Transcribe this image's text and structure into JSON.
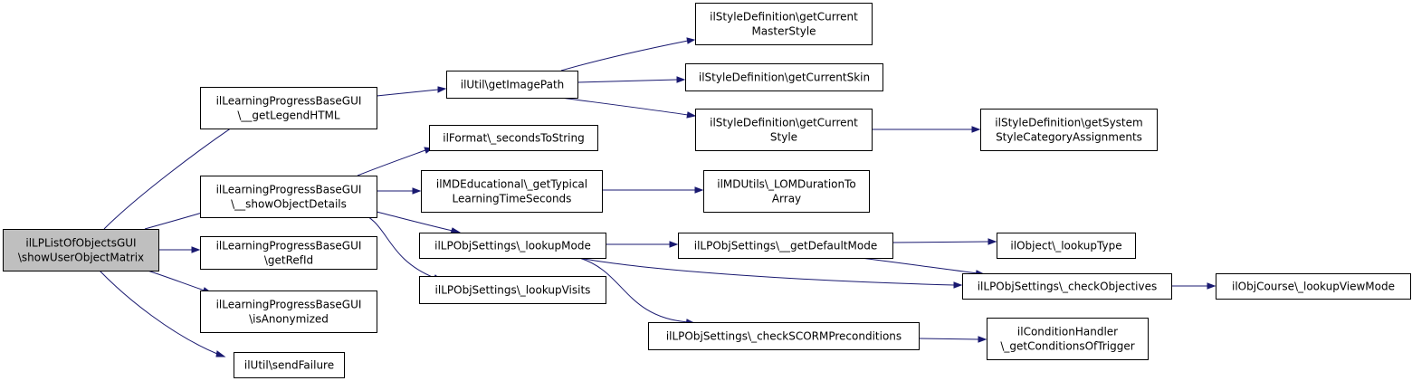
{
  "diagram": {
    "colors": {
      "edge": "#191970",
      "node_border": "#000000",
      "root_fill": "#bfbfbf",
      "node_fill": "#ffffff"
    },
    "nodes": [
      {
        "id": "n0",
        "lines": [
          "ilLPListOfObjectsGUI",
          "\\showUserObjectMatrix"
        ],
        "root": true
      },
      {
        "id": "n1",
        "lines": [
          "ilLearningProgressBaseGUI",
          "\\__getLegendHTML"
        ]
      },
      {
        "id": "n2",
        "lines": [
          "ilLearningProgressBaseGUI",
          "\\__showObjectDetails"
        ]
      },
      {
        "id": "n3",
        "lines": [
          "ilLearningProgressBaseGUI",
          "\\getRefId"
        ]
      },
      {
        "id": "n4",
        "lines": [
          "ilLearningProgressBaseGUI",
          "\\isAnonymized"
        ]
      },
      {
        "id": "n5",
        "lines": [
          "ilUtil\\sendFailure"
        ]
      },
      {
        "id": "n6",
        "lines": [
          "ilUtil\\getImagePath"
        ]
      },
      {
        "id": "n7",
        "lines": [
          "ilStyleDefinition\\getCurrent",
          "MasterStyle"
        ]
      },
      {
        "id": "n8",
        "lines": [
          "ilStyleDefinition\\getCurrentSkin"
        ]
      },
      {
        "id": "n9",
        "lines": [
          "ilStyleDefinition\\getCurrent",
          "Style"
        ]
      },
      {
        "id": "n10",
        "lines": [
          "ilStyleDefinition\\getSystem",
          "StyleCategoryAssignments"
        ]
      },
      {
        "id": "n11",
        "lines": [
          "ilFormat\\_secondsToString"
        ]
      },
      {
        "id": "n12",
        "lines": [
          "ilMDEducational\\_getTypical",
          "LearningTimeSeconds"
        ]
      },
      {
        "id": "n13",
        "lines": [
          "ilMDUtils\\_LOMDurationTo",
          "Array"
        ]
      },
      {
        "id": "n14",
        "lines": [
          "ilLPObjSettings\\_lookupMode"
        ]
      },
      {
        "id": "n15",
        "lines": [
          "ilLPObjSettings\\_lookupVisits"
        ]
      },
      {
        "id": "n16",
        "lines": [
          "ilLPObjSettings\\__getDefaultMode"
        ]
      },
      {
        "id": "n17",
        "lines": [
          "ilObject\\_lookupType"
        ]
      },
      {
        "id": "n18",
        "lines": [
          "ilLPObjSettings\\_checkObjectives"
        ]
      },
      {
        "id": "n19",
        "lines": [
          "ilObjCourse\\_lookupViewMode"
        ]
      },
      {
        "id": "n20",
        "lines": [
          "ilLPObjSettings\\_checkSCORMPreconditions"
        ]
      },
      {
        "id": "n21",
        "lines": [
          "ilConditionHandler",
          "\\_getConditionsOfTrigger"
        ]
      }
    ],
    "edges": [
      {
        "from": "n0",
        "to": "n1"
      },
      {
        "from": "n0",
        "to": "n2"
      },
      {
        "from": "n0",
        "to": "n3"
      },
      {
        "from": "n0",
        "to": "n4"
      },
      {
        "from": "n0",
        "to": "n5"
      },
      {
        "from": "n1",
        "to": "n6"
      },
      {
        "from": "n6",
        "to": "n7"
      },
      {
        "from": "n6",
        "to": "n8"
      },
      {
        "from": "n6",
        "to": "n9"
      },
      {
        "from": "n9",
        "to": "n10"
      },
      {
        "from": "n2",
        "to": "n11"
      },
      {
        "from": "n2",
        "to": "n12"
      },
      {
        "from": "n12",
        "to": "n13"
      },
      {
        "from": "n2",
        "to": "n14"
      },
      {
        "from": "n2",
        "to": "n15"
      },
      {
        "from": "n14",
        "to": "n16"
      },
      {
        "from": "n16",
        "to": "n17"
      },
      {
        "from": "n16",
        "to": "n18"
      },
      {
        "from": "n14",
        "to": "n18"
      },
      {
        "from": "n14",
        "to": "n20"
      },
      {
        "from": "n18",
        "to": "n19"
      },
      {
        "from": "n20",
        "to": "n21"
      }
    ]
  }
}
